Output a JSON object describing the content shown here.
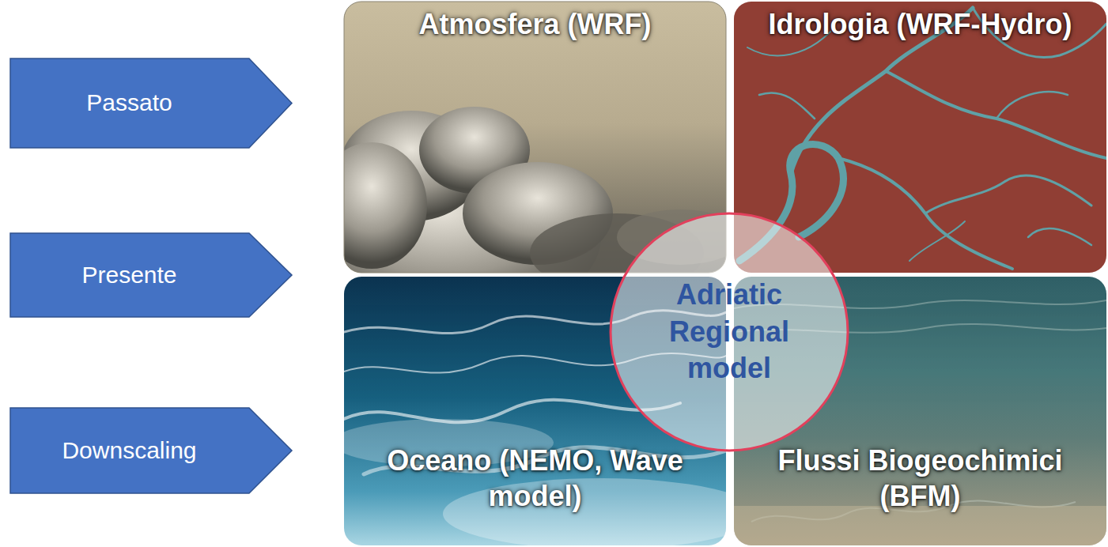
{
  "diagram": {
    "nodes": [
      {
        "text": [
          "Passato"
        ]
      },
      {
        "text": [
          "Presente"
        ]
      },
      {
        "text": [
          "Downscaling"
        ]
      },
      {
        "text": [
          "Atmosfera (WRF)"
        ]
      },
      {
        "text": [
          "Idrologia (WRF-Hydro)"
        ]
      },
      {
        "text": [
          "Adriatic Regional model"
        ]
      },
      {
        "text": [
          "Oceano (NEMO, Wave model)"
        ]
      },
      {
        "text": [
          "Flussi Biogeochimici (BFM)"
        ]
      }
    ]
  }
}
